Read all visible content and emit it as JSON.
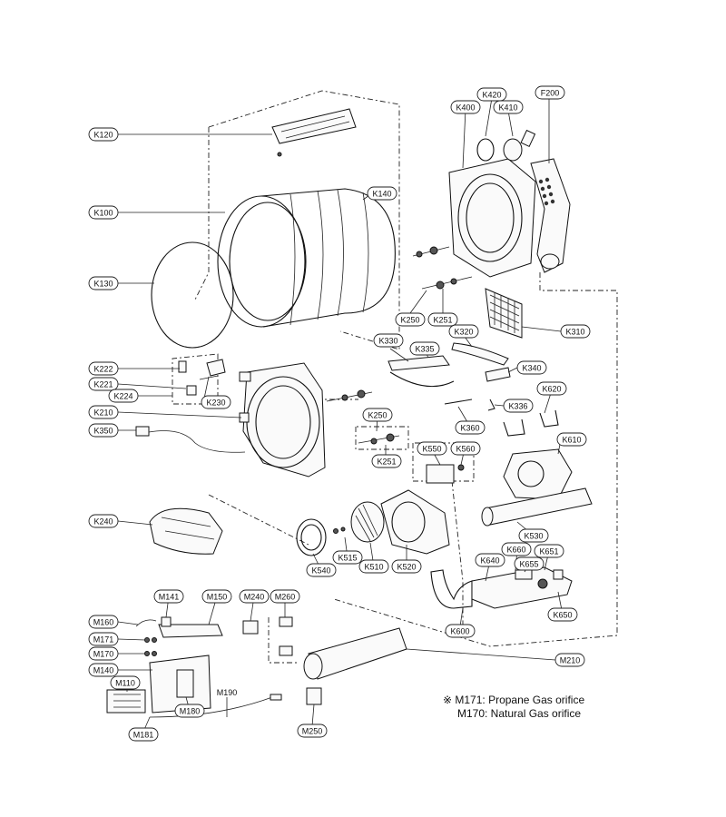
{
  "labels": {
    "K120": "K120",
    "K100": "K100",
    "K130": "K130",
    "K140": "K140",
    "K222": "K222",
    "K221": "K221",
    "K224": "K224",
    "K230": "K230",
    "K210": "K210",
    "K350": "K350",
    "K240": "K240",
    "K400": "K400",
    "K420": "K420",
    "K410": "K410",
    "F200": "F200",
    "K250a": "K250",
    "K251a": "K251",
    "K320": "K320",
    "K310": "K310",
    "K330": "K330",
    "K335": "K335",
    "K340": "K340",
    "K336": "K336",
    "K620": "K620",
    "K360": "K360",
    "K250b": "K250",
    "K251b": "K251",
    "K550": "K550",
    "K560": "K560",
    "K610": "K610",
    "K530": "K530",
    "K540": "K540",
    "K515": "K515",
    "K510": "K510",
    "K520": "K520",
    "K640": "K640",
    "K660": "K660",
    "K651": "K651",
    "K655": "K655",
    "K650": "K650",
    "K600": "K600",
    "M141": "M141",
    "M150": "M150",
    "M240": "M240",
    "M260": "M260",
    "M160": "M160",
    "M171": "M171",
    "M170": "M170",
    "M140": "M140",
    "M110": "M110",
    "M180": "M180",
    "M181": "M181",
    "M190": "M190",
    "M250": "M250",
    "M210": "M210"
  },
  "notes": {
    "line1": "※ M171: Propane Gas orifice",
    "line2": "M170: Natural Gas orifice"
  }
}
